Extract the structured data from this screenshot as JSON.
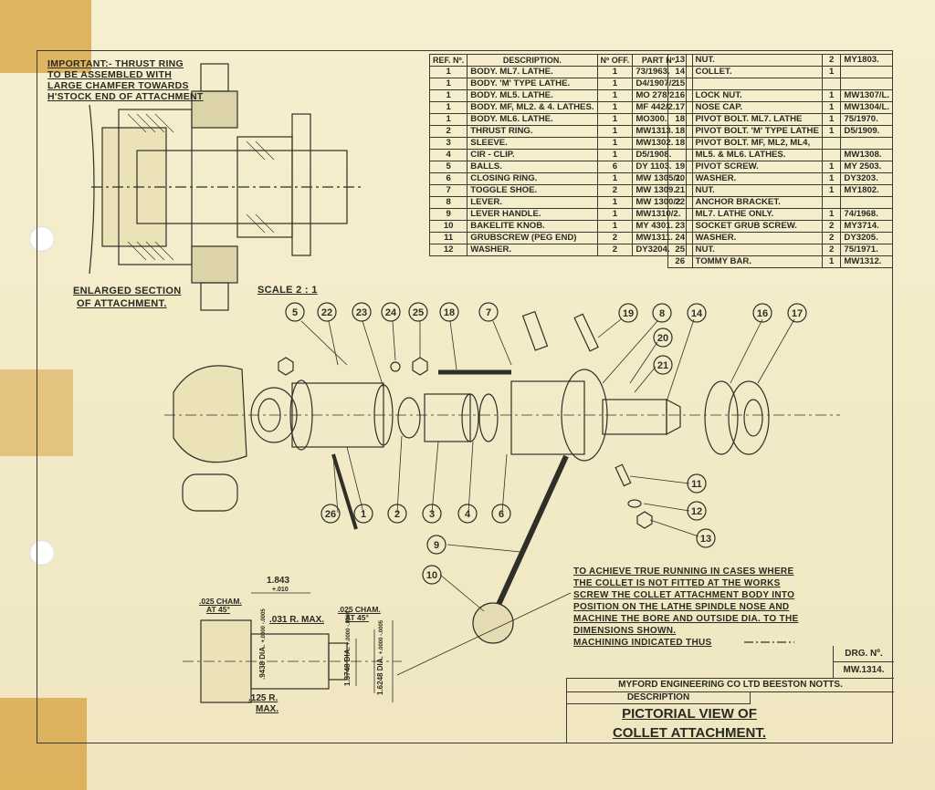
{
  "notes": {
    "important": [
      "IMPORTANT:- THRUST RING",
      "TO BE ASSEMBLED WITH",
      "LARGE CHAMFER TOWARDS",
      "H'STOCK END OF ATTACHMENT"
    ],
    "section_label": [
      "ENLARGED SECTION",
      "OF ATTACHMENT."
    ],
    "scale": "SCALE 2 : 1",
    "machining": [
      "TO ACHIEVE TRUE RUNNING IN CASES WHERE",
      "THE COLLET IS NOT FITTED AT THE WORKS",
      "SCREW THE COLLET ATTACHMENT BODY INTO",
      "POSITION ON THE LATHE SPINDLE NOSE AND",
      "MACHINE THE BORE AND OUTSIDE DIA. TO THE",
      "DIMENSIONS SHOWN.",
      "MACHINING INDICATED THUS"
    ]
  },
  "parts_table": {
    "headers": {
      "ref": "REF. Nº.",
      "description": "DESCRIPTION.",
      "off": "Nº OFF.",
      "part": "PART Nº."
    },
    "left": [
      {
        "ref": "1",
        "desc": "BODY.        ML7. LATHE.",
        "off": "1",
        "part": "73/1963."
      },
      {
        "ref": "1",
        "desc": "BODY.   'M' TYPE LATHE.",
        "off": "1",
        "part": "D4/1907/2."
      },
      {
        "ref": "1",
        "desc": "BODY.        ML5. LATHE.",
        "off": "1",
        "part": "MO 278/2."
      },
      {
        "ref": "1",
        "desc": "BODY. MF, ML2. & 4. LATHES.",
        "off": "1",
        "part": "MF 442/2."
      },
      {
        "ref": "1",
        "desc": "BODY.        ML6. LATHE.",
        "off": "1",
        "part": "MO300."
      },
      {
        "ref": "2",
        "desc": "THRUST RING.",
        "off": "1",
        "part": "MW1313."
      },
      {
        "ref": "3",
        "desc": "SLEEVE.",
        "off": "1",
        "part": "MW1302."
      },
      {
        "ref": "4",
        "desc": "CIR - CLIP.",
        "off": "1",
        "part": "D5/1908."
      },
      {
        "ref": "5",
        "desc": "BALLS.",
        "off": "6",
        "part": "DY 1103."
      },
      {
        "ref": "6",
        "desc": "CLOSING RING.",
        "off": "1",
        "part": "MW 1305/1."
      },
      {
        "ref": "7",
        "desc": "TOGGLE SHOE.",
        "off": "2",
        "part": "MW 1309."
      },
      {
        "ref": "8",
        "desc": "LEVER.",
        "off": "1",
        "part": "MW 1300/2"
      },
      {
        "ref": "9",
        "desc": "LEVER HANDLE.",
        "off": "1",
        "part": "MW1310/2."
      },
      {
        "ref": "10",
        "desc": "BAKELITE KNOB.",
        "off": "1",
        "part": "MY 4301."
      },
      {
        "ref": "11",
        "desc": "GRUBSCREW (PEG END)",
        "off": "2",
        "part": "MW1311."
      },
      {
        "ref": "12",
        "desc": "WASHER.",
        "off": "2",
        "part": "DY3204."
      }
    ],
    "right": [
      {
        "ref": "13",
        "desc": "NUT.",
        "off": "2",
        "part": "MY1803."
      },
      {
        "ref": "14",
        "desc": "COLLET.",
        "off": "1",
        "part": ""
      },
      {
        "ref": "15",
        "desc": "",
        "off": "",
        "part": ""
      },
      {
        "ref": "16",
        "desc": "LOCK NUT.",
        "off": "1",
        "part": "MW1307/L."
      },
      {
        "ref": "17",
        "desc": "NOSE CAP.",
        "off": "1",
        "part": "MW1304/L."
      },
      {
        "ref": "18",
        "desc": "PIVOT BOLT.   ML7. LATHE",
        "off": "1",
        "part": "75/1970."
      },
      {
        "ref": "18",
        "desc": "PIVOT BOLT. 'M' TYPE LATHE",
        "off": "1",
        "part": "D5/1909."
      },
      {
        "ref": "18",
        "desc": "PIVOT BOLT.  MF, ML2, ML4,",
        "off": "",
        "part": ""
      },
      {
        "ref": "",
        "desc": "ML5. & ML6. LATHES.",
        "off": "",
        "part": "MW1308."
      },
      {
        "ref": "19",
        "desc": "PIVOT SCREW.",
        "off": "1",
        "part": "MY 2503."
      },
      {
        "ref": "20",
        "desc": "WASHER.",
        "off": "1",
        "part": "DY3203."
      },
      {
        "ref": "21",
        "desc": "NUT.",
        "off": "1",
        "part": "MY1802."
      },
      {
        "ref": "22",
        "desc": "ANCHOR BRACKET.",
        "off": "",
        "part": ""
      },
      {
        "ref": "",
        "desc": "ML7. LATHE ONLY.",
        "off": "1",
        "part": "74/1968."
      },
      {
        "ref": "23",
        "desc": "SOCKET GRUB SCREW.",
        "off": "2",
        "part": "MY3714."
      },
      {
        "ref": "24",
        "desc": "WASHER.",
        "off": "2",
        "part": "DY3205."
      },
      {
        "ref": "25",
        "desc": "NUT.",
        "off": "2",
        "part": "75/1971."
      },
      {
        "ref": "26",
        "desc": "TOMMY BAR.",
        "off": "1",
        "part": "MW1312."
      }
    ]
  },
  "balloons": [
    "5",
    "22",
    "23",
    "24",
    "25",
    "18",
    "7",
    "19",
    "8",
    "14",
    "16",
    "17",
    "20",
    "21",
    "11",
    "12",
    "13",
    "26",
    "1",
    "2",
    "3",
    "4",
    "6",
    "9",
    "10"
  ],
  "dimensions": {
    "d1": "1.843",
    "d1_tol": "+.010",
    "d2": ".025 CHAM.",
    "d2b": "AT 45°",
    "d3": ".031 R. MAX.",
    "d4": ".025 CHAM.",
    "d4b": "AT 45°",
    "d5": ".9438 DIA.",
    "d5_tol": "+.0000 -.0005",
    "d6": "1.3748 DIA.",
    "d6_tol": "+.0000 -.0004",
    "d7": "1.6248 DIA.",
    "d7_tol": "+.0000 -.0005",
    "d8": ".125 R.",
    "d8b": "MAX."
  },
  "title_block": {
    "drg_label": "DRG. Nº.",
    "drg_no": "MW.1314.",
    "company": "MYFORD ENGINEERING CO LTD BEESTON NOTTS.",
    "desc_label": "DESCRIPTION",
    "title_line1": "PICTORIAL VIEW OF",
    "title_line2": "COLLET ATTACHMENT."
  }
}
